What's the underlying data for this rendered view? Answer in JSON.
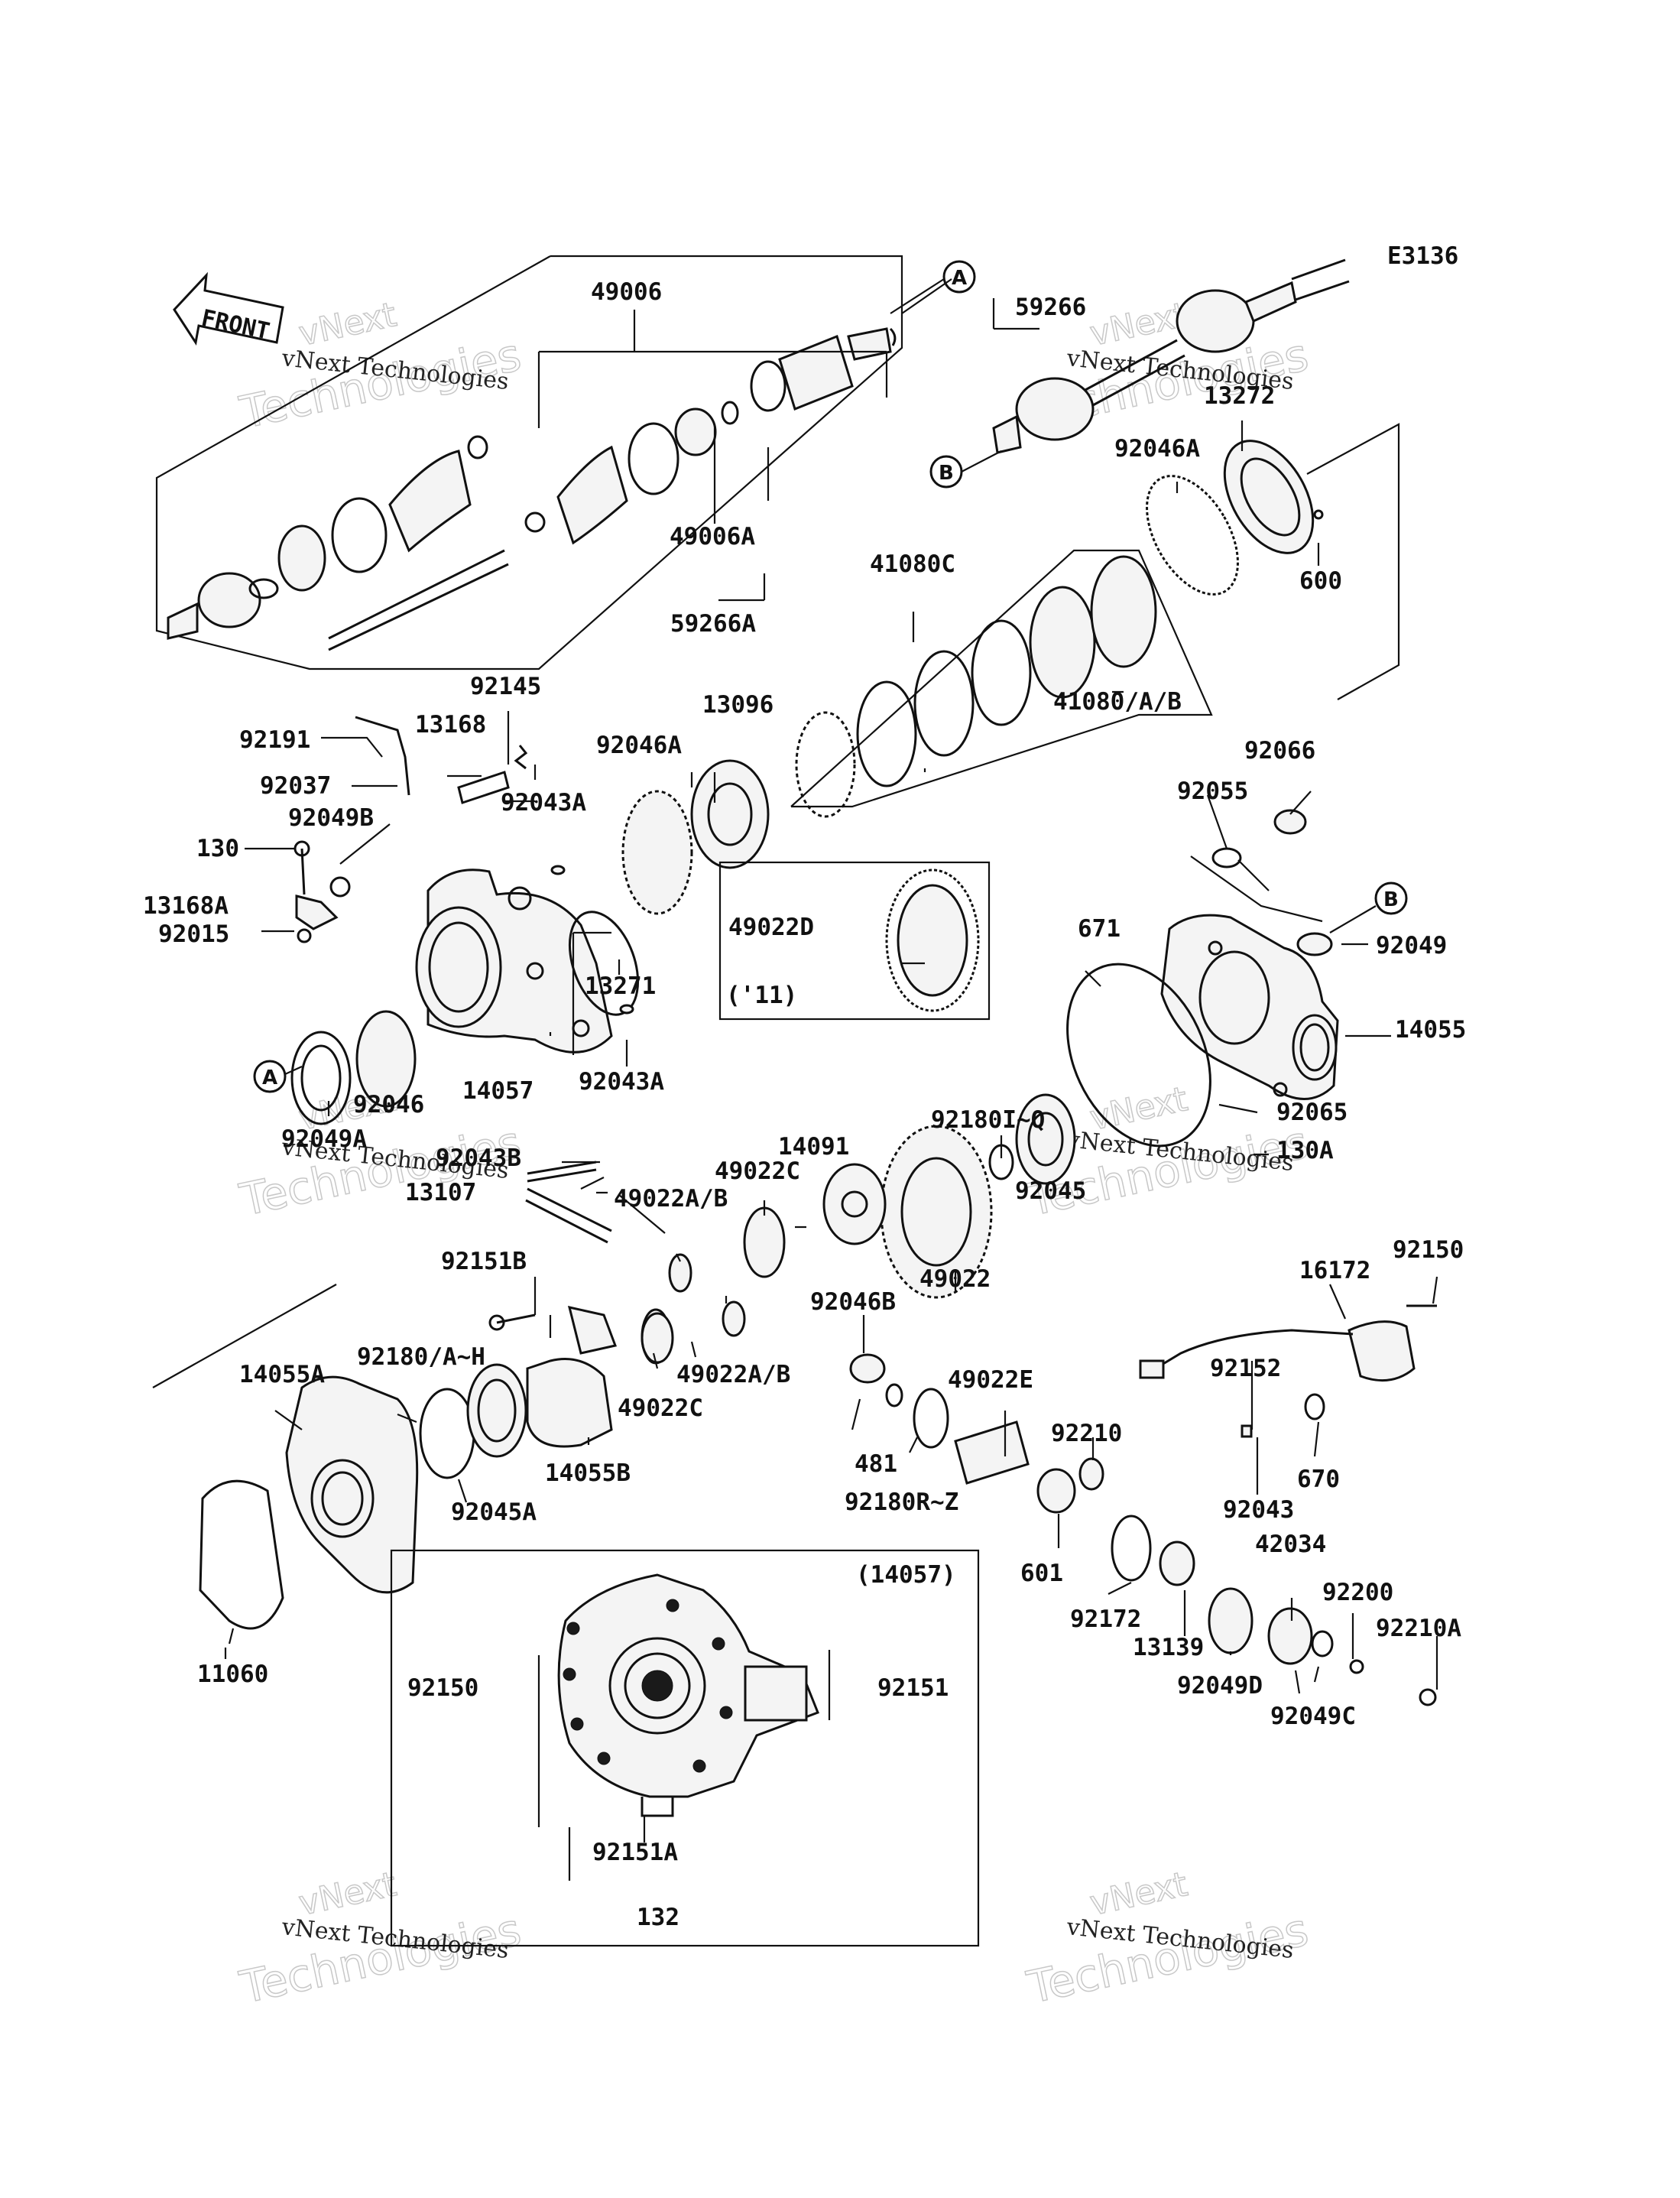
{
  "diagram": {
    "code": "E3136",
    "front_label": "FRONT",
    "inset_caption": "(14057)",
    "year_note": "('11)",
    "watermark": {
      "line1": "vNext Technologies",
      "line2": "vNext",
      "line3": "Technologies"
    },
    "connectors": {
      "a": "A",
      "b": "B"
    },
    "labels": {
      "p49006": "49006",
      "p49006a": "49006A",
      "p59266a": "59266A",
      "p59266": "59266",
      "p13272": "13272",
      "p92046a_r": "92046A",
      "p600": "600",
      "p41080c": "41080C",
      "p41080ab": "41080/A/B",
      "p92145": "92145",
      "p92191": "92191",
      "p13168": "13168",
      "p92037": "92037",
      "p92049b": "92049B",
      "p92043a_t": "92043A",
      "p92046a_m": "92046A",
      "p13096": "13096",
      "p130": "130",
      "p13168a": "13168A",
      "p92015": "92015",
      "p13271": "13271",
      "p92046": "92046",
      "p92049a": "92049A",
      "p14057": "14057",
      "p92043a_b": "92043A",
      "p49022d": "49022D",
      "p92066": "92066",
      "p92055": "92055",
      "p671": "671",
      "p92049": "92049",
      "p14055": "14055",
      "p92065": "92065",
      "p130a": "130A",
      "p92180iq": "92180I~Q",
      "p92045": "92045",
      "p14091": "14091",
      "p92043b": "92043B",
      "p13107": "13107",
      "p49022c_t": "49022C",
      "p49022ab_t": "49022A/B",
      "p49022": "49022",
      "p92151b": "92151B",
      "p92046b": "92046B",
      "p92150_r": "92150",
      "p16172": "16172",
      "p14055a": "14055A",
      "p92180ah": "92180/A~H",
      "p49022ab_b": "49022A/B",
      "p49022e": "49022E",
      "p92152": "92152",
      "p49022c_b": "49022C",
      "p14055b": "14055B",
      "p481": "481",
      "p92210": "92210",
      "p670": "670",
      "p92045a": "92045A",
      "p92180rz": "92180R~Z",
      "p92043": "92043",
      "p601": "601",
      "p42034": "42034",
      "p92172": "92172",
      "p92200": "92200",
      "p13139": "13139",
      "p92210a": "92210A",
      "p92049d": "92049D",
      "p92049c": "92049C",
      "p11060": "11060",
      "p92150_i": "92150",
      "p92151": "92151",
      "p92151a": "92151A",
      "p132": "132"
    }
  }
}
